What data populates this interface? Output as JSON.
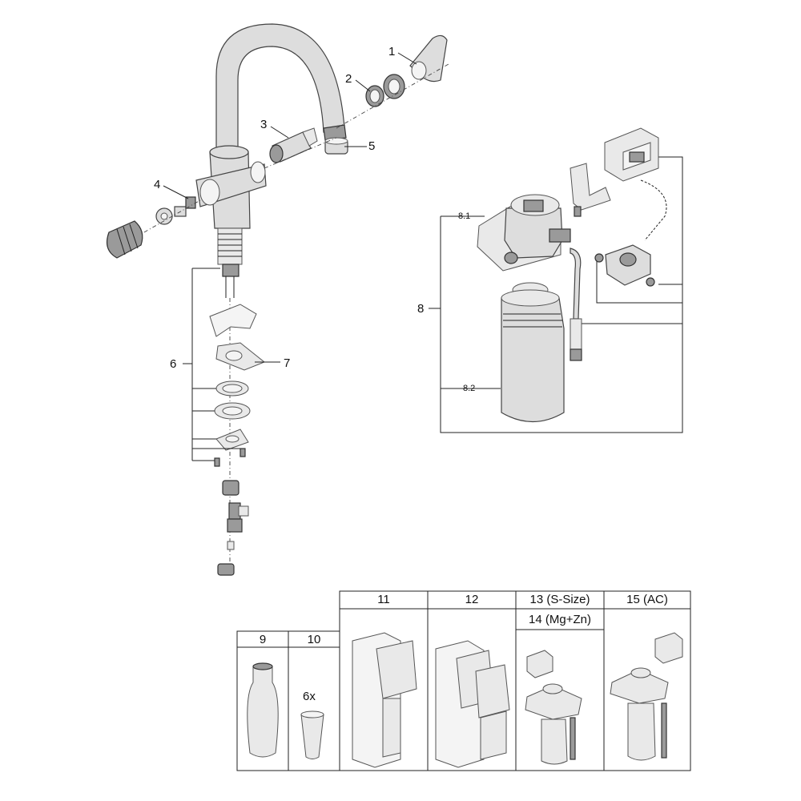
{
  "callouts": {
    "c1": "1",
    "c2": "2",
    "c3": "3",
    "c4": "4",
    "c5": "5",
    "c6": "6",
    "c7": "7",
    "c8": "8",
    "c8_1": "8.1",
    "c8_2": "8.2"
  },
  "accessories": {
    "col9": "9",
    "col10": "10",
    "col10_qty": "6x",
    "col11": "11",
    "col12": "12",
    "col13": "13 (S-Size)",
    "col14": "14 (Mg+Zn)",
    "col15": "15 (AC)"
  }
}
